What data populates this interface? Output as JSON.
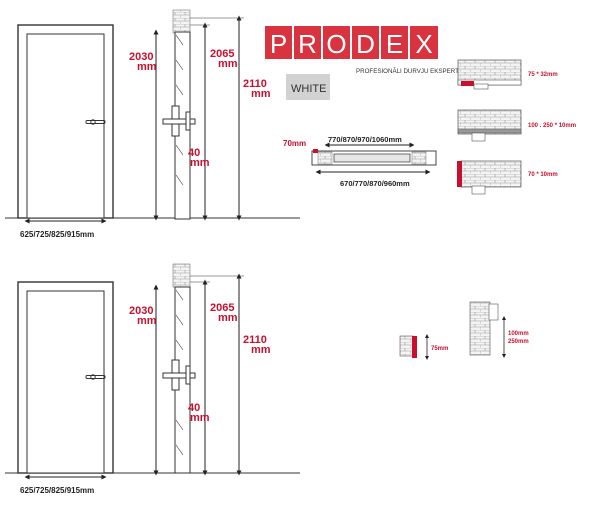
{
  "brand": {
    "letters": [
      "P",
      "R",
      "O",
      "D",
      "E",
      "X"
    ],
    "tagline": "PROFESIONĀLI DURVJU EKSPERTI",
    "color_name": "WHITE",
    "colors": {
      "brand_red": "#d9333f",
      "swatch": "#d2d2d2"
    }
  },
  "top": {
    "width_label": "625/725/825/915mm",
    "dims": {
      "d2030_a": "2030",
      "d2030_b": "mm",
      "d2065_a": "2065",
      "d2065_b": "mm",
      "d2110_a": "2110",
      "d2110_b": "mm",
      "d40_a": "40",
      "d40_b": "mm"
    },
    "section": {
      "casing_label": "70mm",
      "outer_width": "770/870/970/1060mm",
      "inner_width": "670/770/870/960mm"
    },
    "profiles": [
      "75 * 32mm",
      "100 . 250 * 10mm",
      "70 * 10mm"
    ]
  },
  "bottom": {
    "width_label": "625/725/825/915mm",
    "dims": {
      "d2030_a": "2030",
      "d2030_b": "mm",
      "d2065_a": "2065",
      "d2065_b": "mm",
      "d2110_a": "2110",
      "d2110_b": "mm",
      "d40_a": "40",
      "d40_b": "mm"
    },
    "profiles": {
      "small": "75mm",
      "tall_a": "100mm",
      "tall_b": "250mm"
    }
  }
}
